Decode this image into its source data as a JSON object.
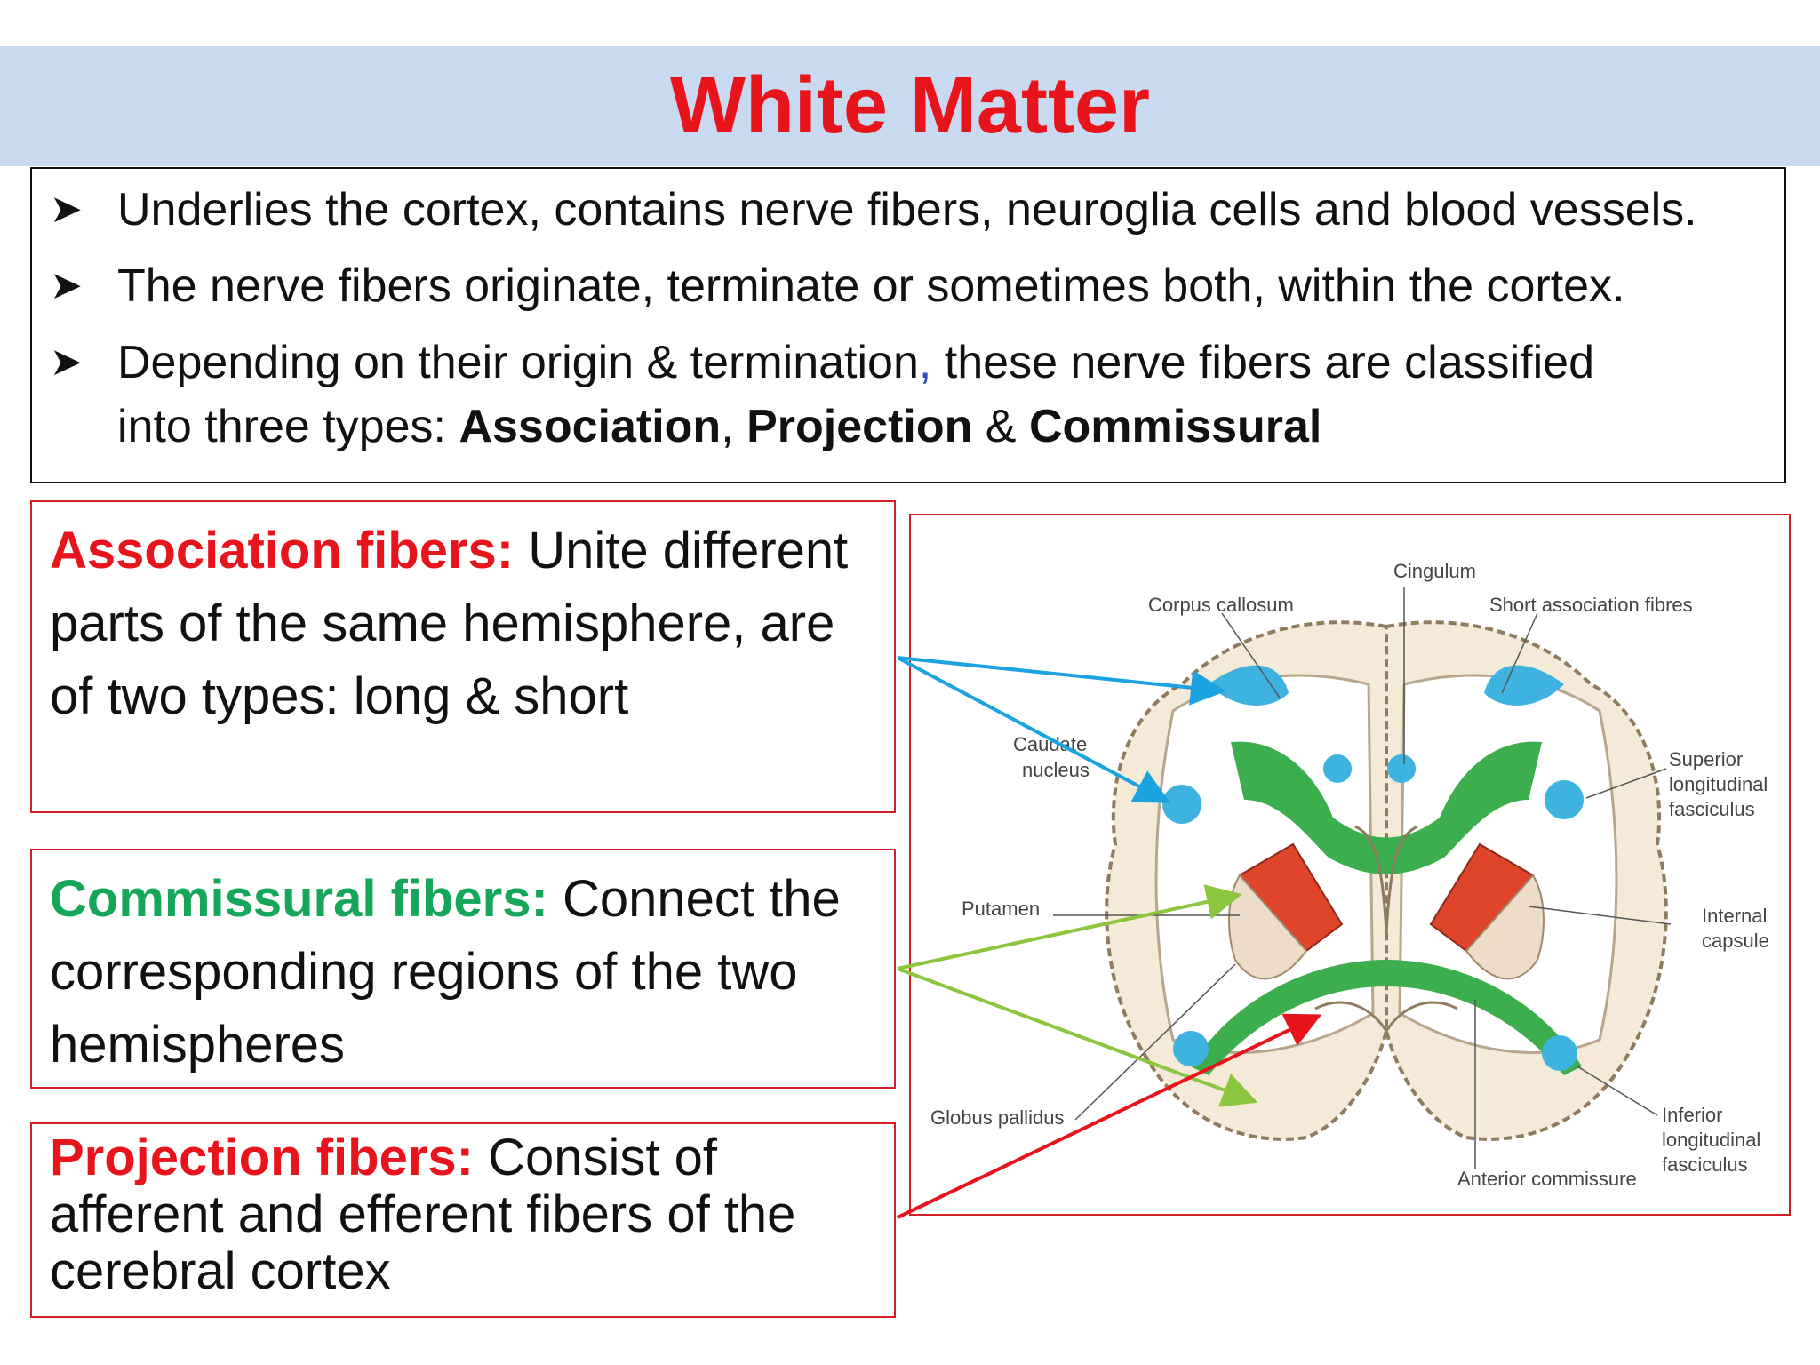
{
  "title": "White Matter",
  "bullets": {
    "b1": "Underlies the cortex, contains nerve fibers, neuroglia cells and blood vessels.",
    "b2": "The nerve fibers originate, terminate or sometimes both, within the cortex.",
    "b3_line1_a": "Depending on their origin & termination",
    "b3_line1_comma": ",",
    "b3_line1_b": " these nerve fibers are classified",
    "b3_line2_a": "into three types: ",
    "b3_type1": "Association",
    "b3_sep1": ", ",
    "b3_type2": "Projection",
    "b3_sep2": " & ",
    "b3_type3": "Commissural"
  },
  "association": {
    "label": "Association fibers:",
    "text": " Unite different parts of the same hemisphere, are of two types: long & short"
  },
  "commissural": {
    "label": "Commissural fibers:",
    "text": " Connect the corresponding regions of the two hemispheres"
  },
  "projection": {
    "label": "Projection fibers:",
    "text": " Consist of afferent  and efferent fibers of the cerebral cortex"
  },
  "figure_labels": {
    "cingulum": "Cingulum",
    "corpus_callosum": "Corpus callosum",
    "short_association": "Short association fibres",
    "caudate_1": "Caudate",
    "caudate_2": "nucleus",
    "superior_1": "Superior",
    "superior_2": "longitudinal",
    "superior_3": "fasciculus",
    "putamen": "Putamen",
    "internal_1": "Internal",
    "internal_2": "capsule",
    "globus": "Globus pallidus",
    "inferior_1": "Inferior",
    "inferior_2": "longitudinal",
    "inferior_3": "fasciculus",
    "anterior": "Anterior commissure"
  },
  "colors": {
    "title_red": "#e8141b",
    "title_band": "#c9d9f0",
    "green_label": "#16a65a",
    "arrow_blue": "#1aa3e0",
    "arrow_green": "#8cc63f",
    "arrow_red": "#e8141b"
  }
}
